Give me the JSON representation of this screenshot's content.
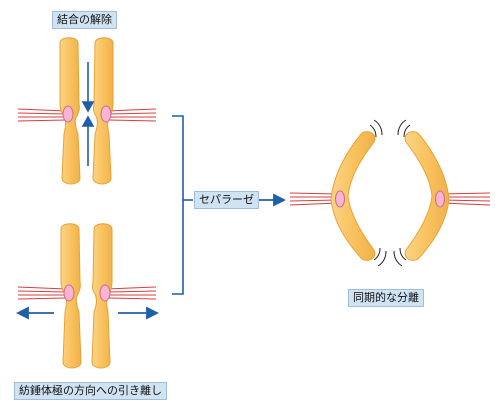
{
  "labels": {
    "cohesion_release": "結合の解除",
    "spindle_pull": "紡錘体極の方向への引き離し",
    "separase": "セパラーゼ",
    "synchronous_separation": "同期的な分離"
  },
  "colors": {
    "chromatid_fill": "#f9c25e",
    "chromatid_stroke": "#e6a334",
    "centromere_fill": "#f7b5cf",
    "centromere_stroke": "#d06a95",
    "spindle_line": "#d93d3d",
    "arrow_blue": "#1f5fa8",
    "label_bg": "#cfe3f3"
  }
}
